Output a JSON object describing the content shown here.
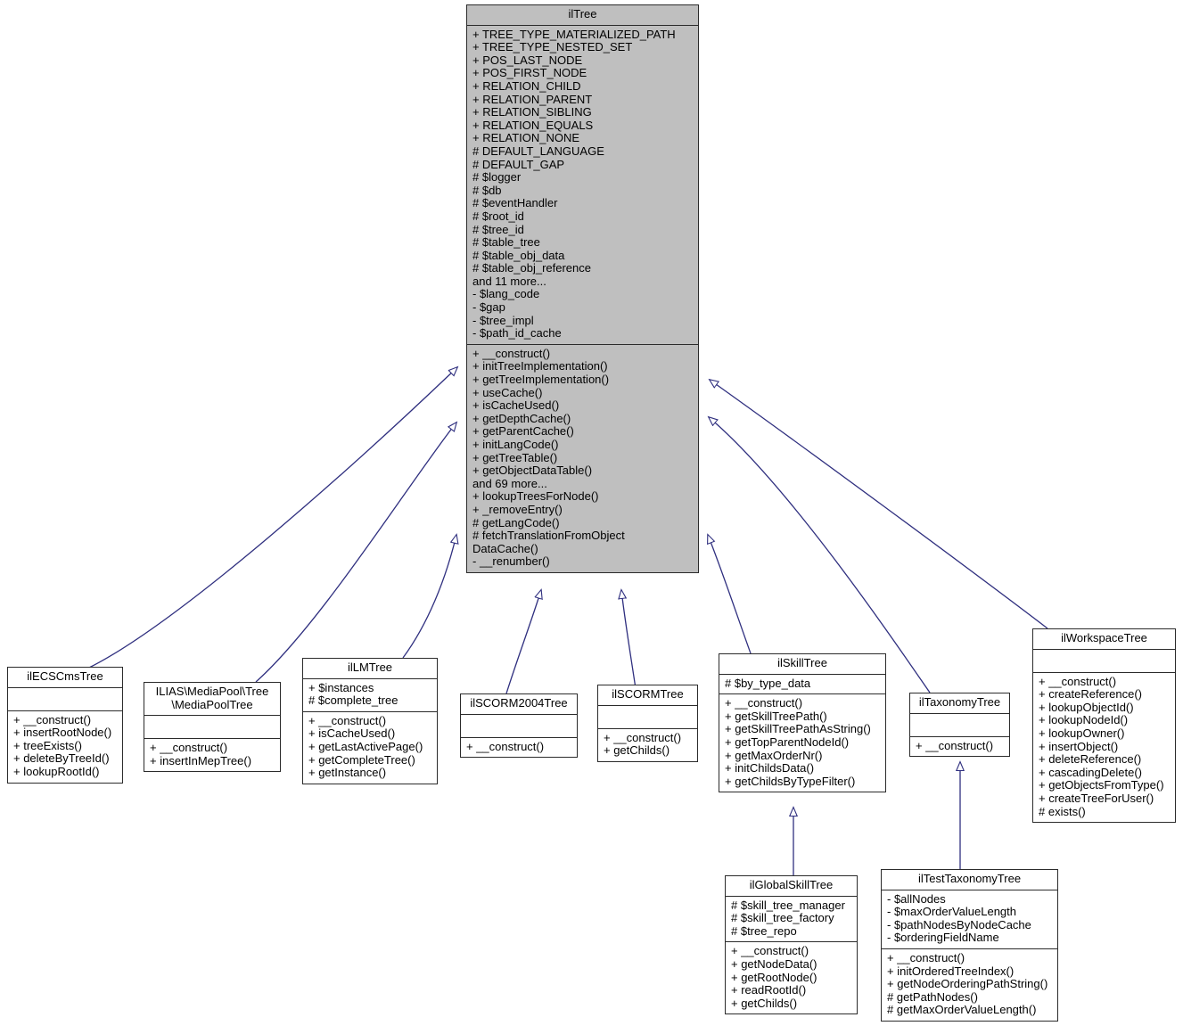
{
  "diagram": {
    "title": "ilTree",
    "style": {
      "root_fill": "#bfbfbf",
      "class_fill": "#ffffff",
      "border": "#2b2b2b",
      "edge": "#2f2f7f",
      "background": "#ffffff"
    }
  },
  "classes": {
    "ilTree": {
      "name": "ilTree",
      "attributes": [
        "+ TREE_TYPE_MATERIALIZED_PATH",
        "+ TREE_TYPE_NESTED_SET",
        "+ POS_LAST_NODE",
        "+ POS_FIRST_NODE",
        "+ RELATION_CHILD",
        "+ RELATION_PARENT",
        "+ RELATION_SIBLING",
        "+ RELATION_EQUALS",
        "+ RELATION_NONE",
        "# DEFAULT_LANGUAGE",
        "# DEFAULT_GAP",
        "# $logger",
        "# $db",
        "# $eventHandler",
        "# $root_id",
        "# $tree_id",
        "# $table_tree",
        "# $table_obj_data",
        "# $table_obj_reference",
        "and 11 more...",
        "- $lang_code",
        "- $gap",
        "- $tree_impl",
        "- $path_id_cache"
      ],
      "operations": [
        "+ __construct()",
        "+ initTreeImplementation()",
        "+ getTreeImplementation()",
        "+ useCache()",
        "+ isCacheUsed()",
        "+ getDepthCache()",
        "+ getParentCache()",
        "+ initLangCode()",
        "+ getTreeTable()",
        "+ getObjectDataTable()",
        "and 69 more...",
        "+ lookupTreesForNode()",
        "+ _removeEntry()",
        "# getLangCode()",
        "# fetchTranslationFromObject DataCache()",
        "- __renumber()"
      ]
    },
    "ilECSCmsTree": {
      "name": "ilECSCmsTree",
      "attributes": [],
      "operations": [
        "+ __construct()",
        "+ insertRootNode()",
        "+ treeExists()",
        "+ deleteByTreeId()",
        "+ lookupRootId()"
      ]
    },
    "MediaPoolTree": {
      "name": "ILIAS\\MediaPool\\Tree\n\\MediaPoolTree",
      "attributes": [],
      "operations": [
        "+ __construct()",
        "+ insertInMepTree()"
      ]
    },
    "ilLMTree": {
      "name": "ilLMTree",
      "attributes": [
        "+ $instances",
        "# $complete_tree"
      ],
      "operations": [
        "+ __construct()",
        "+ isCacheUsed()",
        "+ getLastActivePage()",
        "+ getCompleteTree()",
        "+ getInstance()"
      ]
    },
    "ilSCORM2004Tree": {
      "name": "ilSCORM2004Tree",
      "attributes": [],
      "operations": [
        "+ __construct()"
      ]
    },
    "ilSCORMTree": {
      "name": "ilSCORMTree",
      "attributes": [],
      "operations": [
        "+ __construct()",
        "+ getChilds()"
      ]
    },
    "ilSkillTree": {
      "name": "ilSkillTree",
      "attributes": [
        "# $by_type_data"
      ],
      "operations": [
        "+ __construct()",
        "+ getSkillTreePath()",
        "+ getSkillTreePathAsString()",
        "+ getTopParentNodeId()",
        "+ getMaxOrderNr()",
        "+ initChildsData()",
        "+ getChildsByTypeFilter()"
      ]
    },
    "ilTaxonomyTree": {
      "name": "ilTaxonomyTree",
      "attributes": [],
      "operations": [
        "+ __construct()"
      ]
    },
    "ilWorkspaceTree": {
      "name": "ilWorkspaceTree",
      "attributes": [],
      "operations": [
        "+ __construct()",
        "+ createReference()",
        "+ lookupObjectId()",
        "+ lookupNodeId()",
        "+ lookupOwner()",
        "+ insertObject()",
        "+ deleteReference()",
        "+ cascadingDelete()",
        "+ getObjectsFromType()",
        "+ createTreeForUser()",
        "# exists()"
      ]
    },
    "ilGlobalSkillTree": {
      "name": "ilGlobalSkillTree",
      "attributes": [
        "# $skill_tree_manager",
        "# $skill_tree_factory",
        "# $tree_repo"
      ],
      "operations": [
        "+ __construct()",
        "+ getNodeData()",
        "+ getRootNode()",
        "+ readRootId()",
        "+ getChilds()"
      ]
    },
    "ilTestTaxonomyTree": {
      "name": "ilTestTaxonomyTree",
      "attributes": [
        "- $allNodes",
        "- $maxOrderValueLength",
        "- $pathNodesByNodeCache",
        "- $orderingFieldName"
      ],
      "operations": [
        "+ __construct()",
        "+ initOrderedTreeIndex()",
        "+ getNodeOrderingPathString()",
        "# getPathNodes()",
        "# getMaxOrderValueLength()"
      ]
    }
  },
  "inheritance_edges": [
    {
      "from": "ilECSCmsTree",
      "to": "ilTree"
    },
    {
      "from": "MediaPoolTree",
      "to": "ilTree"
    },
    {
      "from": "ilLMTree",
      "to": "ilTree"
    },
    {
      "from": "ilSCORM2004Tree",
      "to": "ilTree"
    },
    {
      "from": "ilSCORMTree",
      "to": "ilTree"
    },
    {
      "from": "ilSkillTree",
      "to": "ilTree"
    },
    {
      "from": "ilTaxonomyTree",
      "to": "ilTree"
    },
    {
      "from": "ilWorkspaceTree",
      "to": "ilTree"
    },
    {
      "from": "ilGlobalSkillTree",
      "to": "ilSkillTree"
    },
    {
      "from": "ilTestTaxonomyTree",
      "to": "ilTaxonomyTree"
    }
  ]
}
